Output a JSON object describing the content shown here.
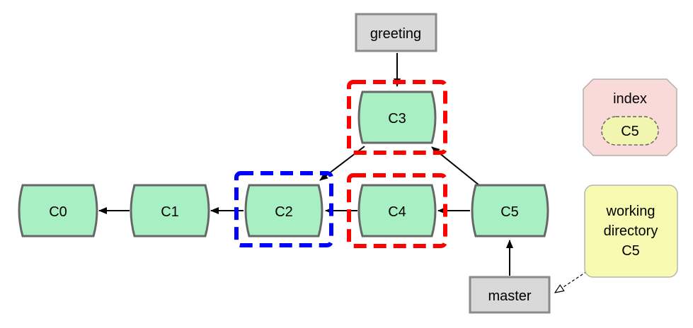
{
  "commits": [
    {
      "id": "c0",
      "label": "C0"
    },
    {
      "id": "c1",
      "label": "C1"
    },
    {
      "id": "c2",
      "label": "C2"
    },
    {
      "id": "c3",
      "label": "C3"
    },
    {
      "id": "c4",
      "label": "C4"
    },
    {
      "id": "c5",
      "label": "C5"
    }
  ],
  "branches": {
    "greeting": "greeting",
    "master": "master"
  },
  "index": {
    "title": "index",
    "entry": "C5"
  },
  "working_directory": {
    "line1": "working",
    "line2": "directory",
    "line3": "C5"
  },
  "colors": {
    "commit_fill": "#a8f0c4",
    "commit_stroke": "#666666",
    "ref_fill": "#d9d9d9",
    "ref_stroke": "#8a8a8a",
    "index_fill": "#fad9d9",
    "index_entry_fill": "#f2f5b0",
    "workdir_fill": "#f7fab0",
    "highlight_red": "#ff0000",
    "highlight_blue": "#0000ff"
  }
}
